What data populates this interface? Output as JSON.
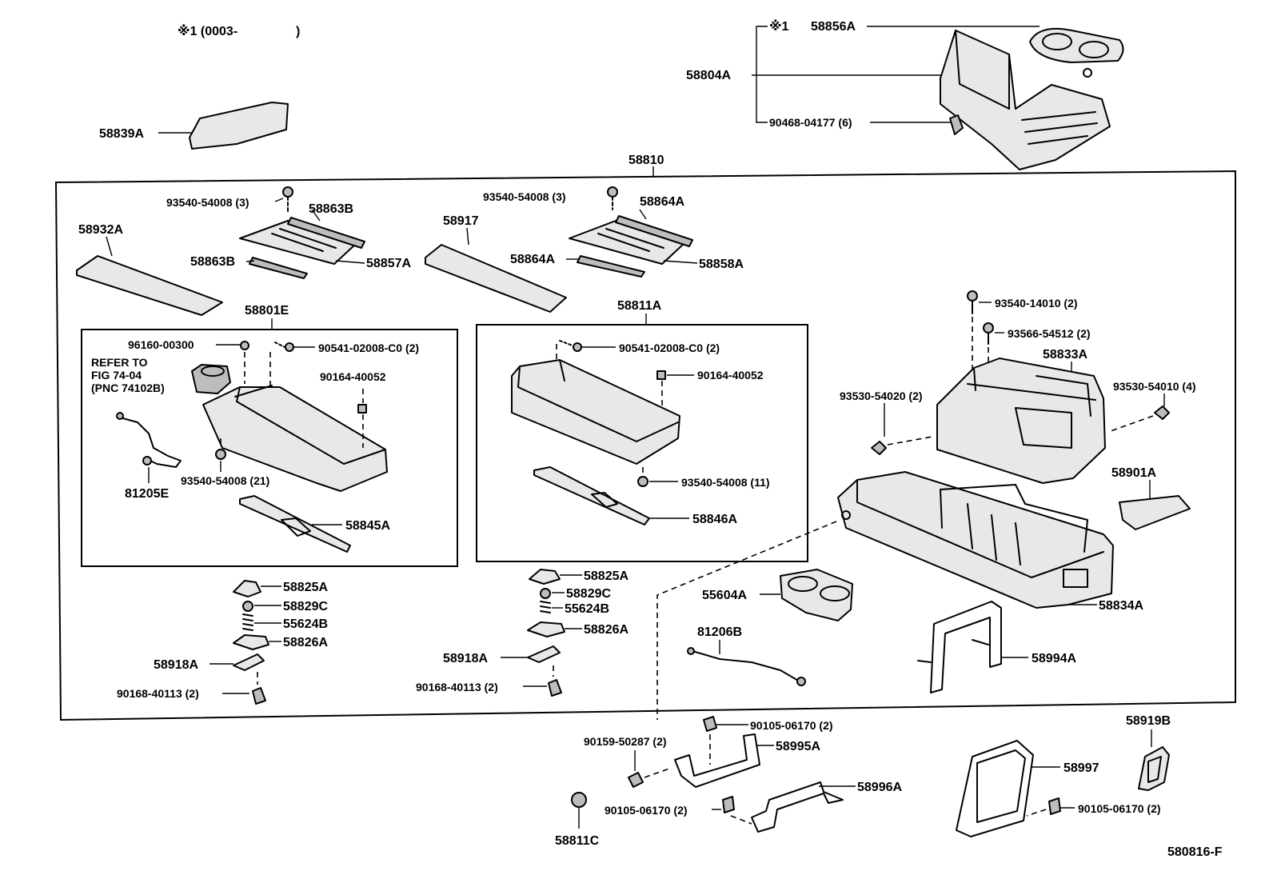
{
  "notes": {
    "fig_note_mark": "※1 (0003-",
    "fig_note_close": ")",
    "star_mark": "※1",
    "refer_to_line1": "REFER TO",
    "refer_to_line2": "FIG 74-04",
    "refer_to_line3": "(PNC 74102B)",
    "diagram_code": "580816-F"
  },
  "parts": {
    "p58856A": "58856A",
    "p58804A": "58804A",
    "p90468_04177": "90468-04177 (6)",
    "p58839A": "58839A",
    "p58810": "58810",
    "p93540_54008_3a": "93540-54008 (3)",
    "p58863B_top": "58863B",
    "p58932A": "58932A",
    "p58863B_bot": "58863B",
    "p58857A": "58857A",
    "p93540_54008_3b": "93540-54008 (3)",
    "p58864A_top": "58864A",
    "p58917": "58917",
    "p58864A_bot": "58864A",
    "p58858A": "58858A",
    "p58801E": "58801E",
    "p96160_00300": "96160-00300",
    "p90541_02008_a": "90541-02008-C0 (2)",
    "p90164_40052_a": "90164-40052",
    "p93540_54008_21": "93540-54008 (21)",
    "p81205E": "81205E",
    "p58845A": "58845A",
    "p58811A": "58811A",
    "p90541_02008_b": "90541-02008-C0 (2)",
    "p90164_40052_b": "90164-40052",
    "p93540_54008_11": "93540-54008 (11)",
    "p58846A": "58846A",
    "p93540_14010": "93540-14010 (2)",
    "p93566_54512": "93566-54512 (2)",
    "p58833A": "58833A",
    "p93530_54020": "93530-54020 (2)",
    "p93530_54010": "93530-54010 (4)",
    "p58901A": "58901A",
    "p58834A": "58834A",
    "p58825A_l": "58825A",
    "p58829C_l": "58829C",
    "p55624B_l": "55624B",
    "p58826A_l": "58826A",
    "p58918A_l": "58918A",
    "p90168_40113_l": "90168-40113 (2)",
    "p58825A_r": "58825A",
    "p58829C_r": "58829C",
    "p55624B_r": "55624B",
    "p58826A_r": "58826A",
    "p58918A_r": "58918A",
    "p90168_40113_r": "90168-40113 (2)",
    "p55604A": "55604A",
    "p81206B": "81206B",
    "p58994A": "58994A",
    "p90105_06170_a": "90105-06170 (2)",
    "p90159_50287": "90159-50287 (2)",
    "p58995A": "58995A",
    "p58996A": "58996A",
    "p90105_06170_b": "90105-06170 (2)",
    "p58811C": "58811C",
    "p58997": "58997",
    "p58919B": "58919B",
    "p90105_06170_c": "90105-06170 (2)"
  }
}
